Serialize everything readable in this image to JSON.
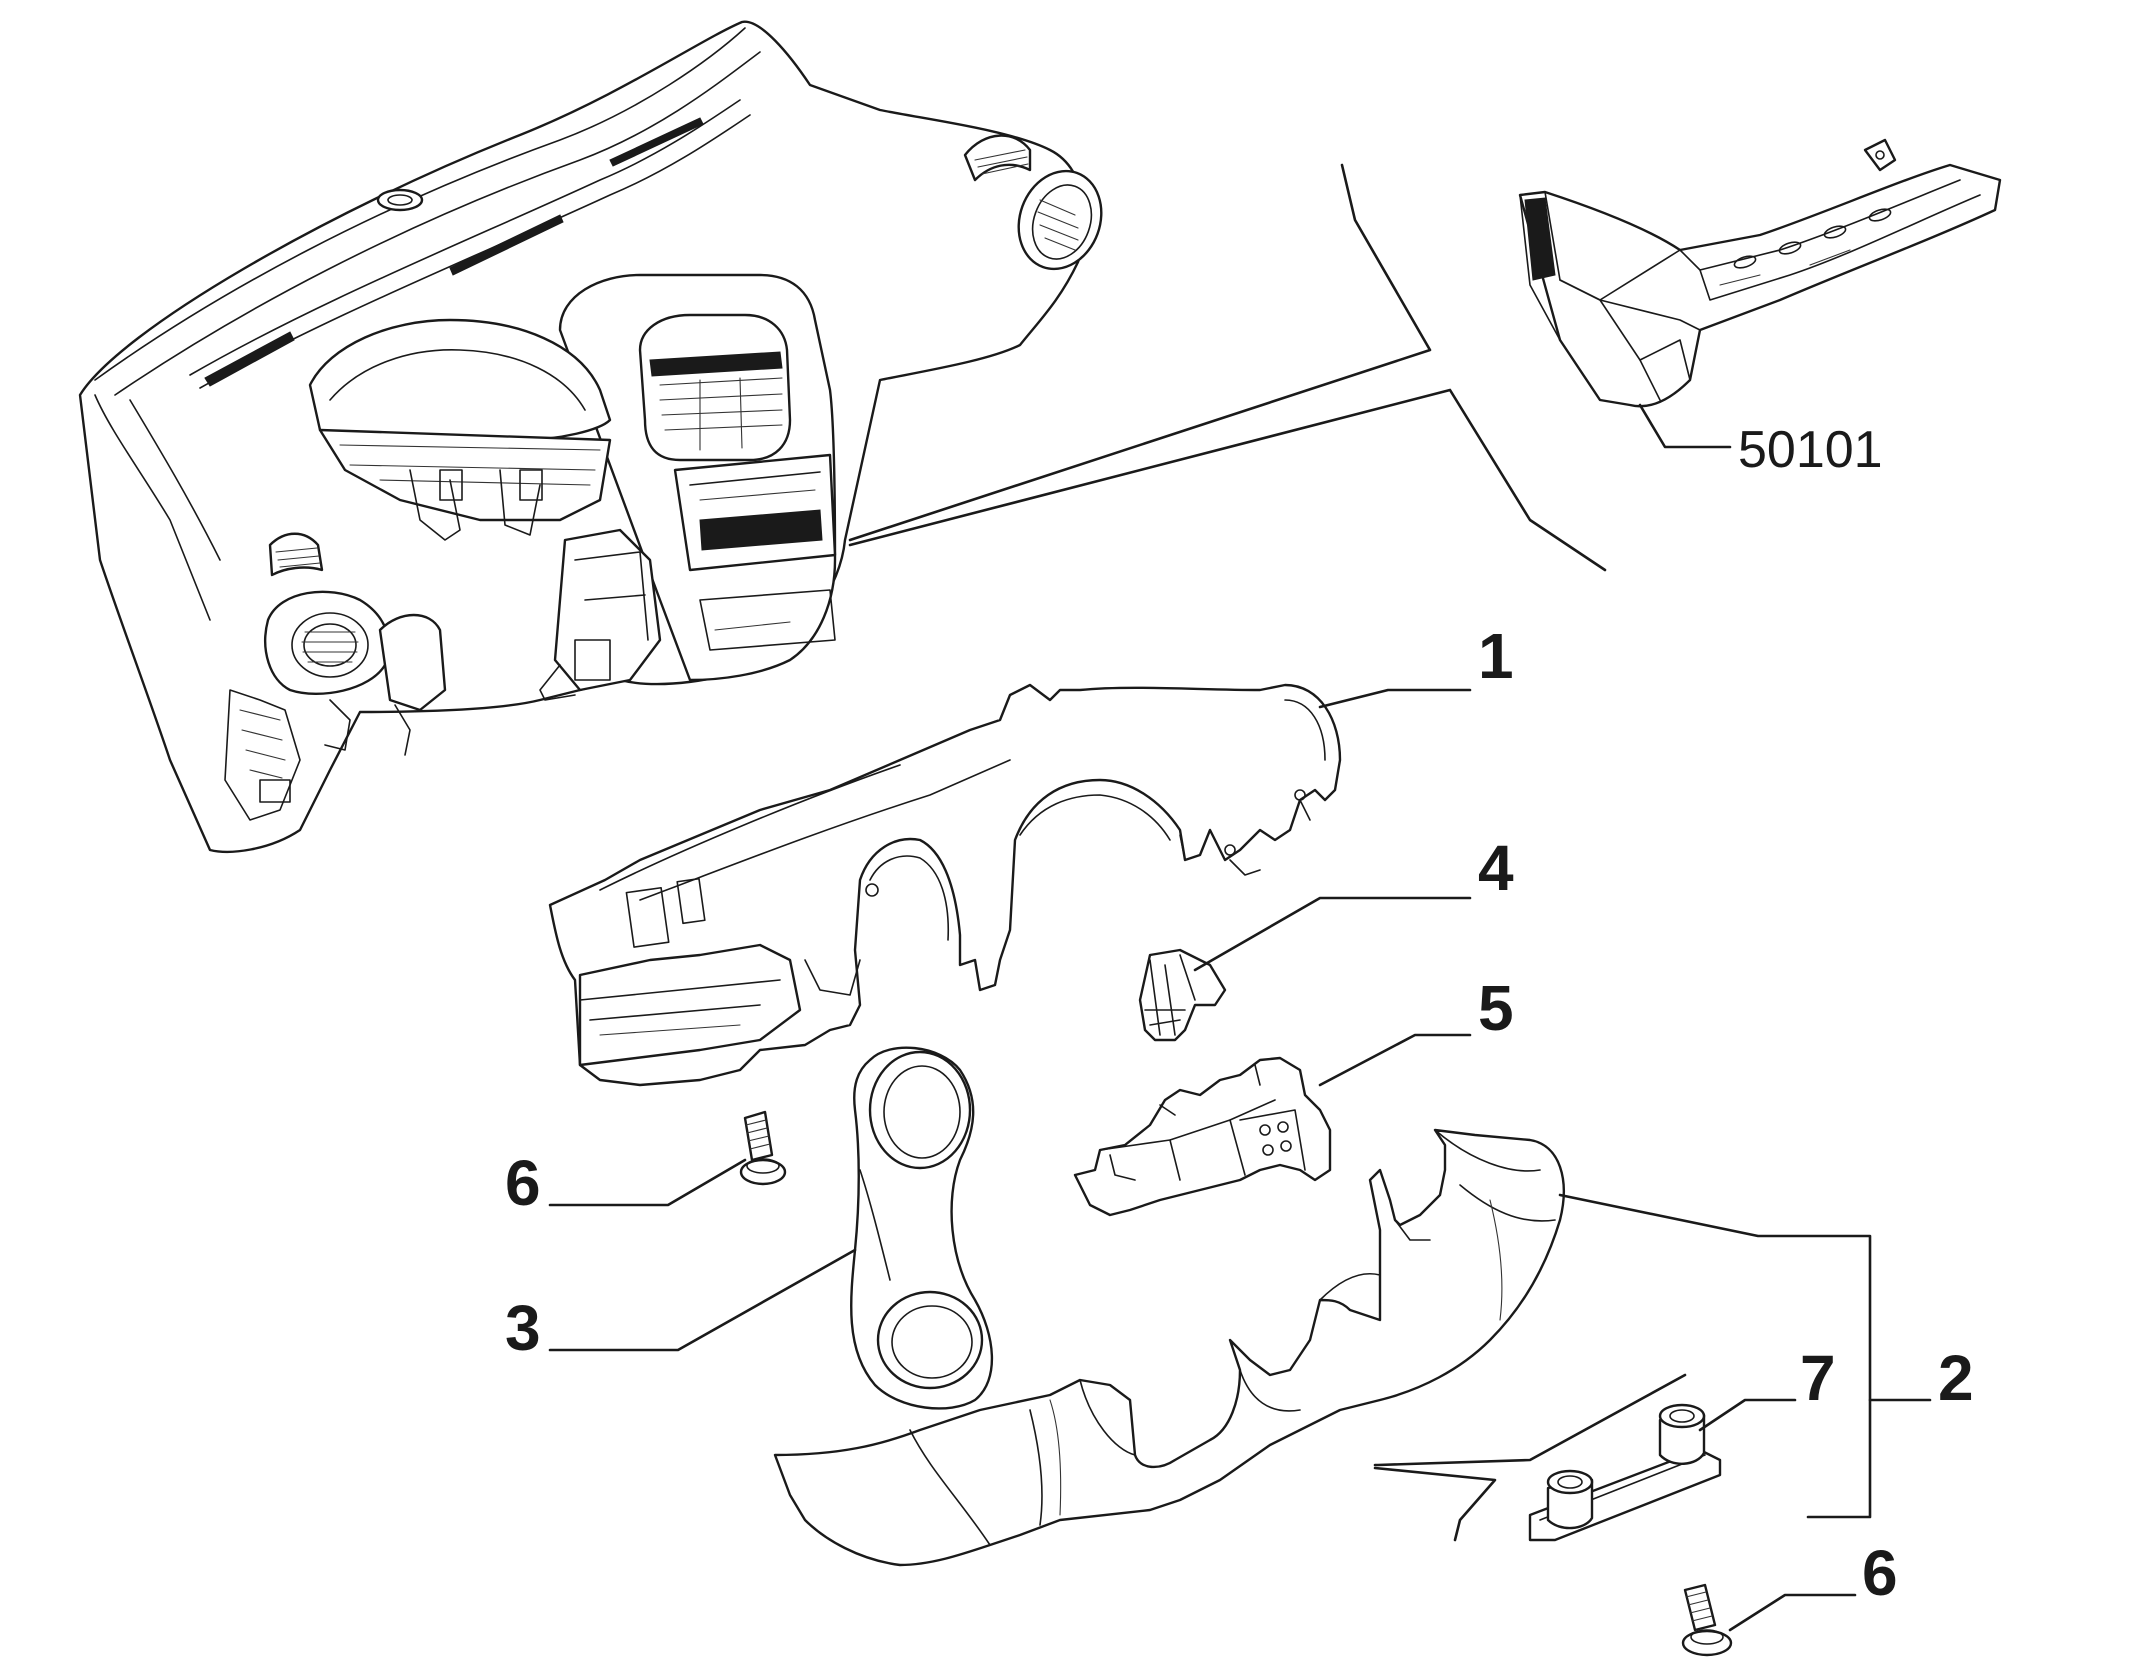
{
  "diagram": {
    "callouts": {
      "c1": "1",
      "c2": "2",
      "c3": "3",
      "c4": "4",
      "c5": "5",
      "c6a": "6",
      "c6b": "6",
      "c7": "7",
      "c50101": "50101"
    },
    "colors": {
      "line": "#1a1a1a",
      "background": "#ffffff"
    }
  }
}
